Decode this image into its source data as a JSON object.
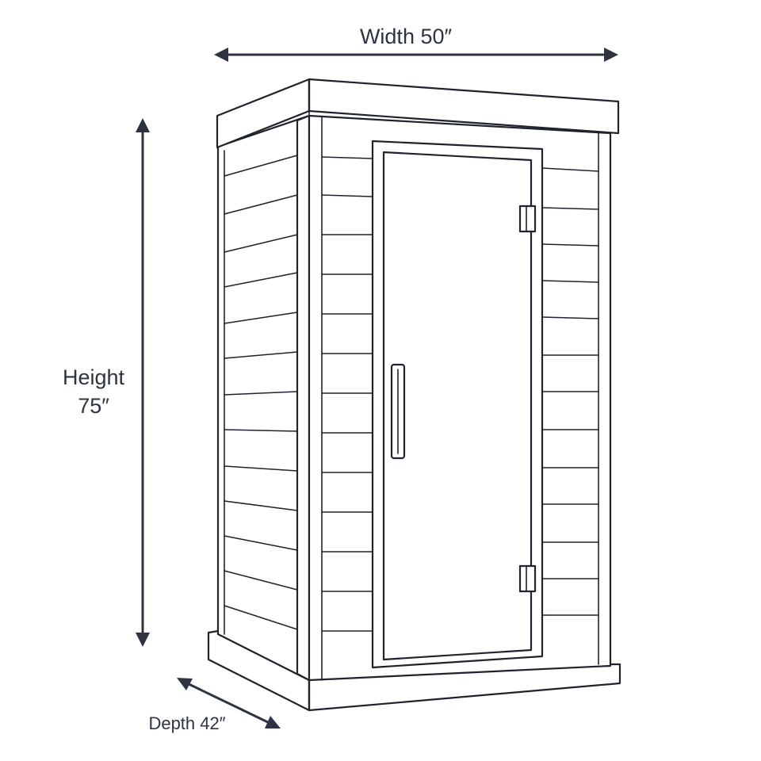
{
  "dimensions": {
    "width": {
      "label": "Width 50″",
      "value": 50,
      "unit": "in"
    },
    "height": {
      "label_line1": "Height",
      "label_line2": "75″",
      "value": 75,
      "unit": "in"
    },
    "depth": {
      "label": "Depth 42″",
      "value": 42,
      "unit": "in"
    }
  },
  "colors": {
    "line": "#1f232b",
    "dimension": "#2d3340",
    "background": "#ffffff"
  },
  "icons": {
    "arrow": "double-headed-arrow"
  }
}
